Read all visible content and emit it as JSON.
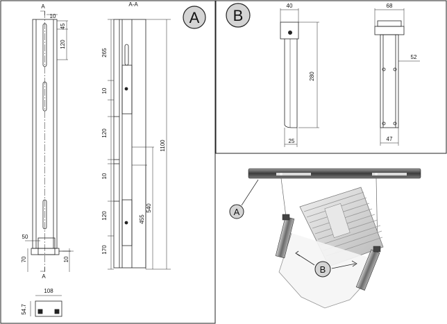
{
  "panel_a": {
    "badge": "A",
    "section_title": "A-A",
    "section_mark_top": "A",
    "section_mark_bottom": "A",
    "dims": {
      "d10_top": "10",
      "d45": "45",
      "d120_a": "120",
      "d50": "50",
      "d70": "70",
      "d10_bottom": "10",
      "d108": "108",
      "d54_7": "54.7",
      "d265": "265",
      "d10_b": "10",
      "d120_b": "120",
      "d10_c": "10",
      "d120_c": "120",
      "d170": "170",
      "d1100": "1100",
      "d540": "540",
      "d455": "455"
    }
  },
  "panel_b": {
    "badge": "B",
    "dims": {
      "d40": "40",
      "d280": "280",
      "d25": "25",
      "d68": "68",
      "d52": "52",
      "d47": "47"
    }
  },
  "panel_photo": {
    "callout_a": "A",
    "callout_b": "B"
  },
  "colors": {
    "line": "#222222",
    "badge_fill": "#d4d4d4",
    "steel_light": "#c8c8c8",
    "steel_dark": "#8a8a8a"
  }
}
